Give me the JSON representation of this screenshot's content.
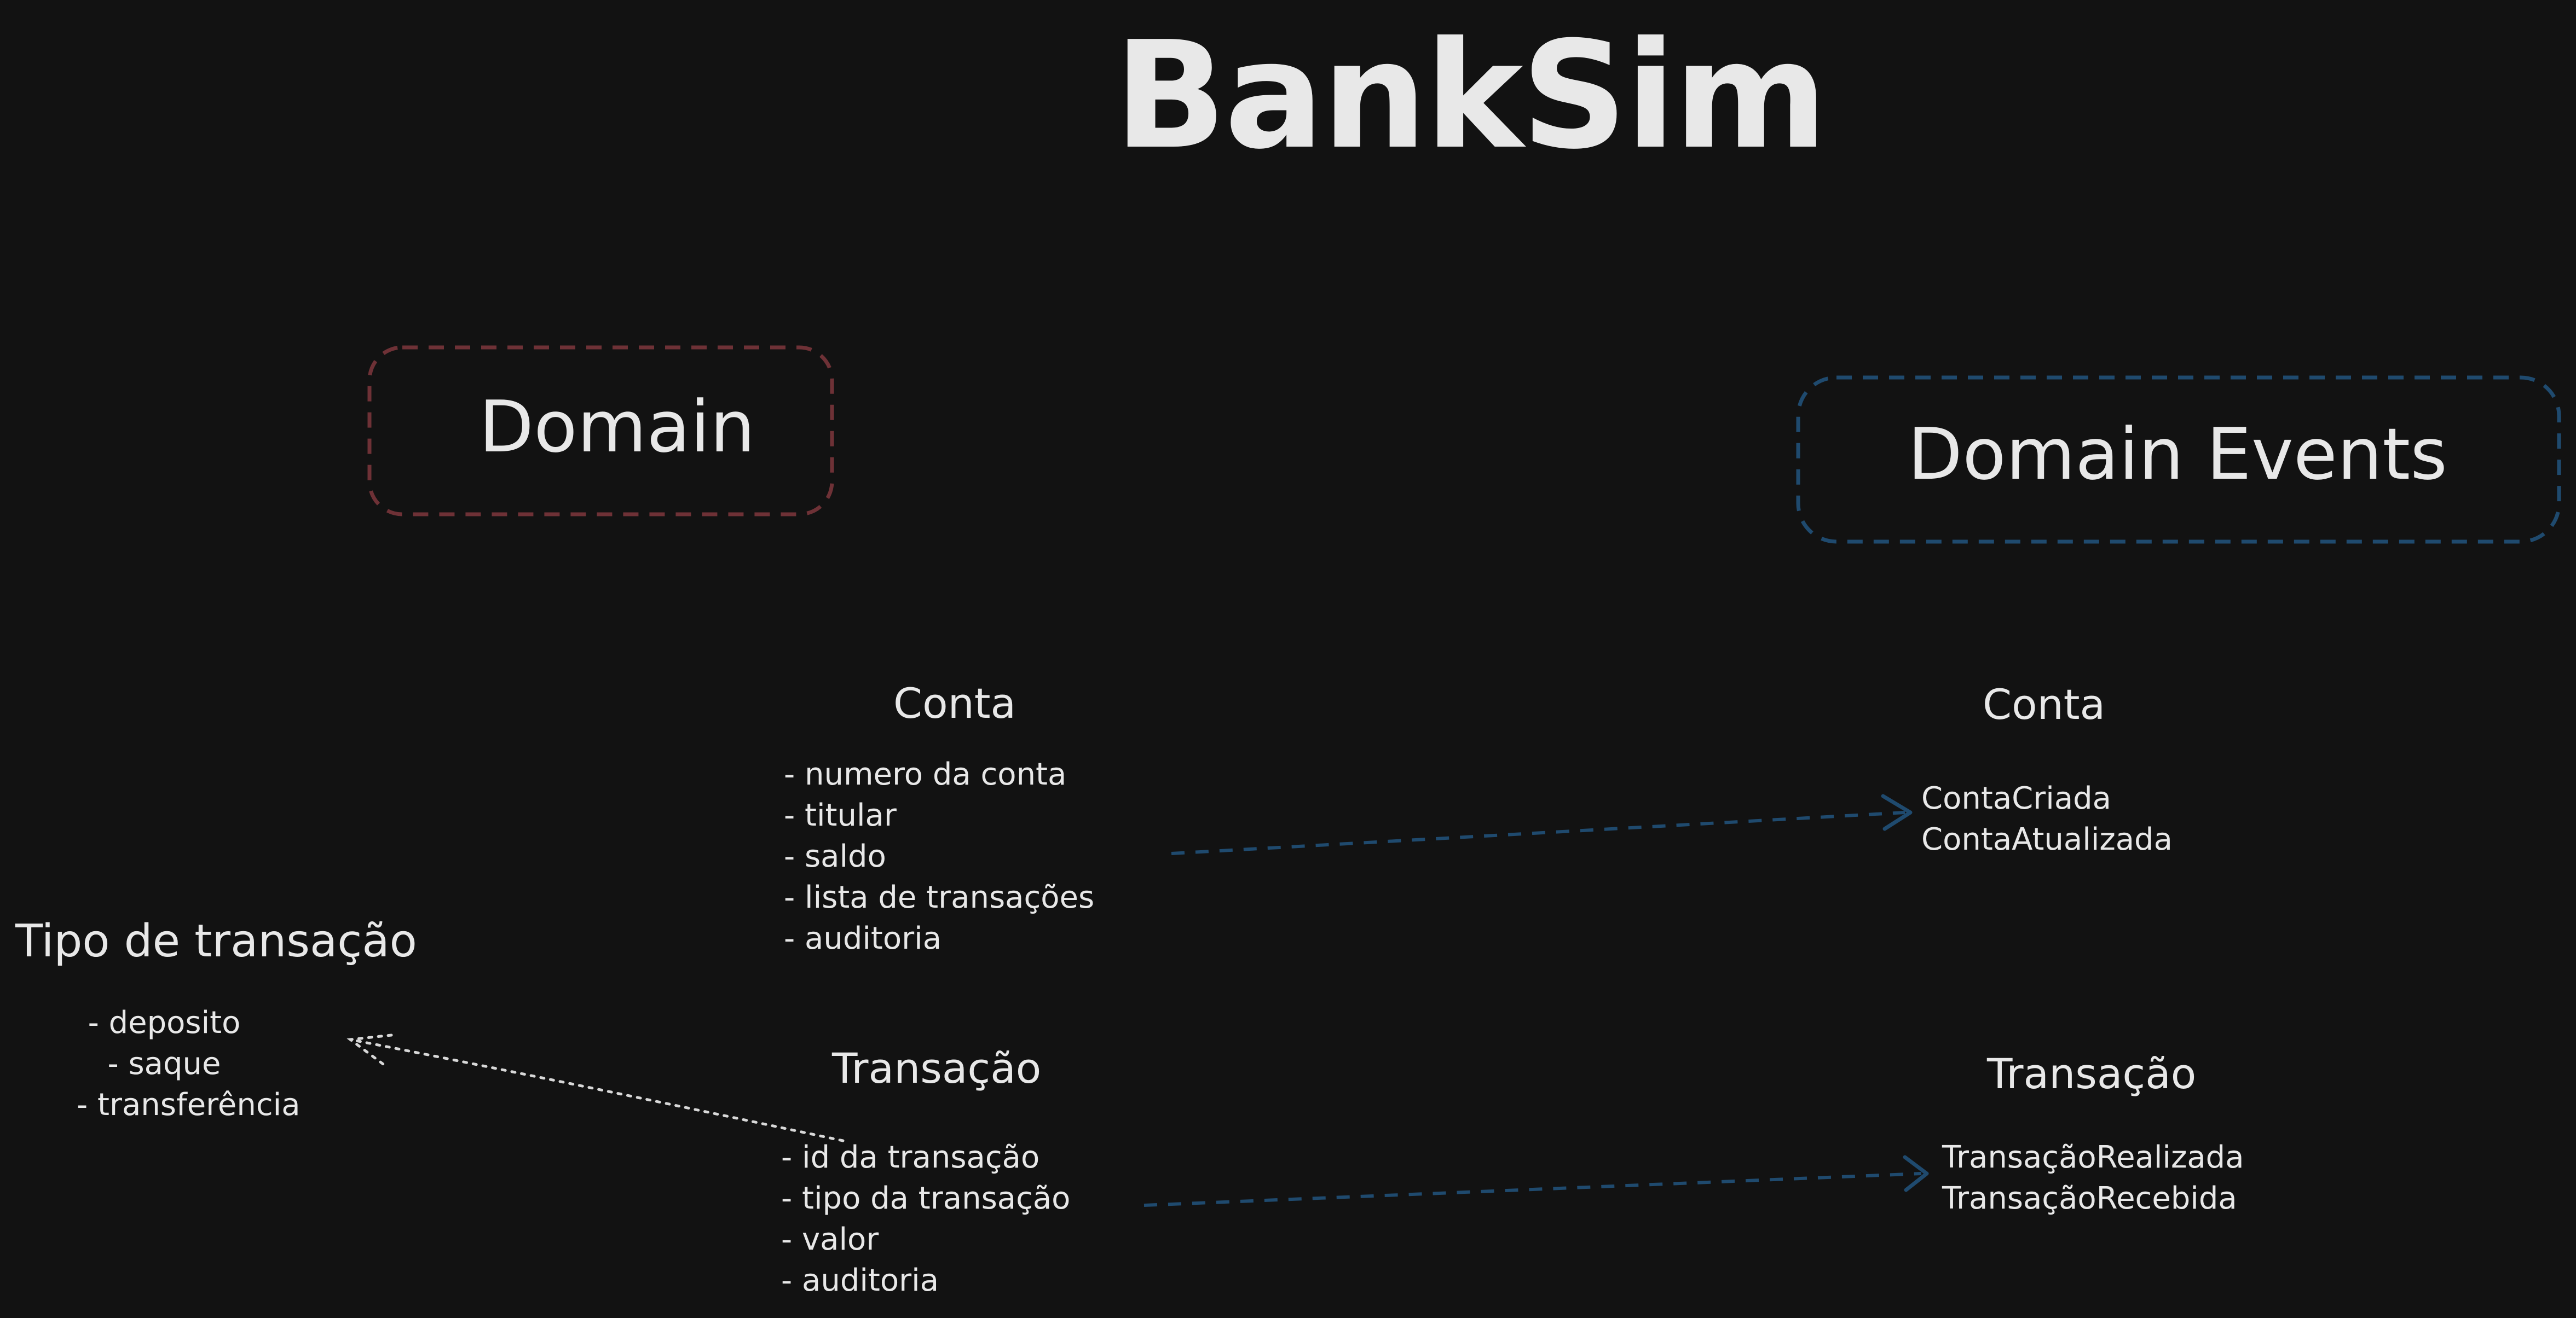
{
  "title": "BankSim",
  "domain_box": {
    "label": "Domain",
    "color": "#6e3136"
  },
  "events_box": {
    "label": "Domain Events",
    "color": "#1f4a6e"
  },
  "conta": {
    "heading": "Conta",
    "items": [
      "- numero da conta",
      "- titular",
      "- saldo",
      "- lista de transações",
      "- auditoria"
    ]
  },
  "transacao": {
    "heading": "Transação",
    "items": [
      "- id da transação",
      "- tipo da transação",
      "- valor",
      "- auditoria"
    ]
  },
  "tipo_transacao": {
    "heading": "Tipo de transação",
    "items": [
      "- deposito",
      "- saque",
      "- transferência"
    ]
  },
  "conta_events": {
    "heading": "Conta",
    "items": [
      "ContaCriada",
      "ContaAtualizada"
    ]
  },
  "transacao_events": {
    "heading": "Transação",
    "items": [
      "TransaçãoRealizada",
      "TransaçãoRecebida"
    ]
  },
  "colors": {
    "background": "#121212",
    "text": "#e8e8e8",
    "arrow_blue": "#1f4a6e",
    "arrow_white": "#d8d8d8"
  }
}
